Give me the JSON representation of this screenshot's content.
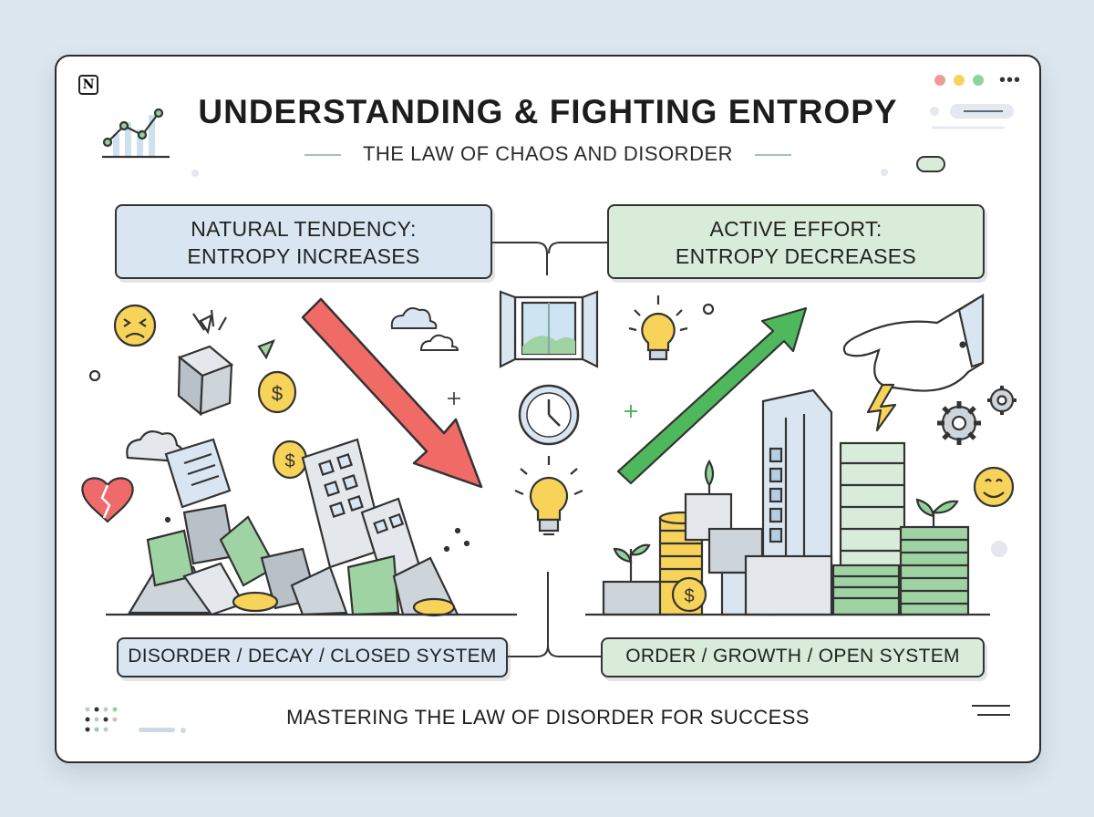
{
  "app": {
    "logo_letter": "N"
  },
  "window_controls": {
    "colors": [
      "#ef9a9a",
      "#f7d35a",
      "#8fd39a"
    ],
    "menu_icon": "•••"
  },
  "header": {
    "title": "UNDERSTANDING & FIGHTING ENTROPY",
    "subtitle": "THE LAW OF CHAOS AND DISORDER"
  },
  "left": {
    "heading_line1": "NATURAL TENDENCY:",
    "heading_line2": "ENTROPY INCREASES",
    "footer_label": "DISORDER / DECAY / CLOSED SYSTEM",
    "color": "#d9e6f1",
    "arrow_color": "#f06a66"
  },
  "right": {
    "heading_line1": "ACTIVE EFFORT:",
    "heading_line2": "ENTROPY DECREASES",
    "footer_label": "ORDER / GROWTH / OPEN SYSTEM",
    "color": "#d8ecd9",
    "arrow_color": "#4fb85c"
  },
  "center_icons": [
    "window-icon",
    "clock-icon",
    "lightbulb-icon"
  ],
  "footer": {
    "tagline": "MASTERING THE LAW OF DISORDER FOR SUCCESS"
  }
}
